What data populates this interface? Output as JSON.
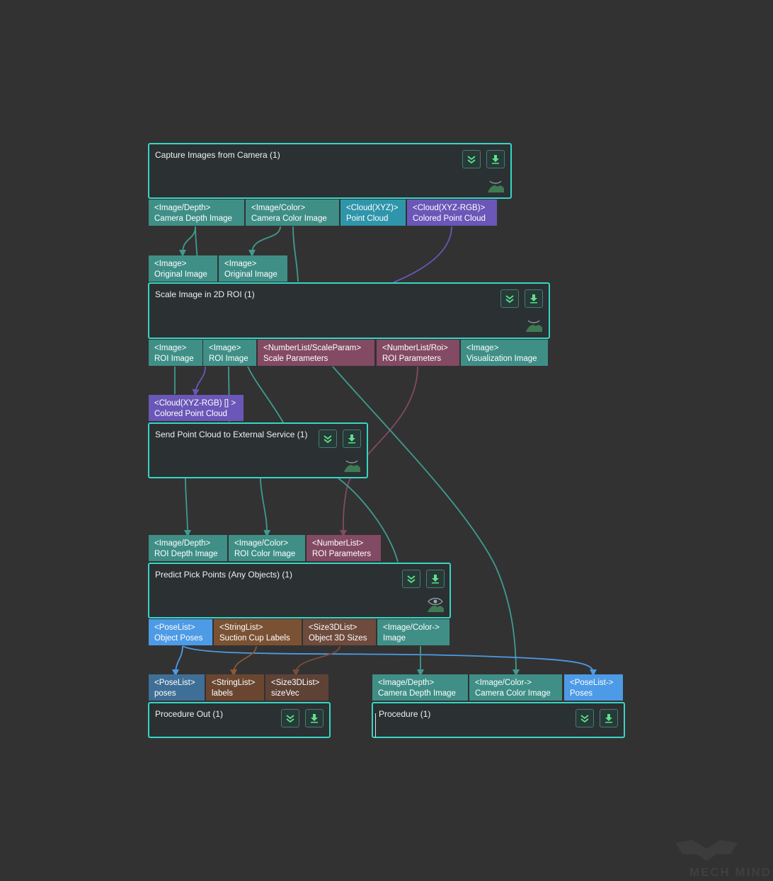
{
  "colors": {
    "background": "#323232",
    "node_border": "#35d6c4",
    "node_fill": "#2b3033",
    "image": "#3f8f87",
    "cloud_xyz": "#2f95aa",
    "cloud_rgb": "#6a57b8",
    "numberlist": "#834a63",
    "poselist": "#4d9be6",
    "poselist_dark": "#3f6f96",
    "stringlist": "#7a5233",
    "size3d": "#6e4b3c"
  },
  "nodes": {
    "capture": {
      "title": "Capture Images from Camera (1)",
      "outputs": [
        {
          "type": "<Image/Depth>",
          "name": "Camera Depth Image"
        },
        {
          "type": "<Image/Color>",
          "name": "Camera Color Image"
        },
        {
          "type": "<Cloud(XYZ)>",
          "name": "Point Cloud"
        },
        {
          "type": "<Cloud(XYZ-RGB)>",
          "name": "Colored Point Cloud"
        }
      ]
    },
    "scale": {
      "title": "Scale Image in 2D ROI (1)",
      "inputs": [
        {
          "type": "<Image>",
          "name": "Original Image"
        },
        {
          "type": "<Image>",
          "name": "Original Image"
        }
      ],
      "outputs": [
        {
          "type": "<Image>",
          "name": "ROI Image"
        },
        {
          "type": "<Image>",
          "name": "ROI Image"
        },
        {
          "type": "<NumberList/ScaleParam>",
          "name": "Scale Parameters"
        },
        {
          "type": "<NumberList/Roi>",
          "name": "ROI Parameters"
        },
        {
          "type": "<Image>",
          "name": "Visualization Image"
        }
      ]
    },
    "send": {
      "title": "Send Point Cloud to External Service (1)",
      "inputs": [
        {
          "type": "<Cloud(XYZ-RGB) [] >",
          "name": "Colored Point Cloud"
        }
      ]
    },
    "predict": {
      "title": "Predict Pick Points (Any Objects) (1)",
      "inputs": [
        {
          "type": "<Image/Depth>",
          "name": "ROI Depth Image"
        },
        {
          "type": "<Image/Color>",
          "name": "ROI Color Image"
        },
        {
          "type": "<NumberList>",
          "name": "ROI Parameters"
        }
      ],
      "outputs": [
        {
          "type": "<PoseList>",
          "name": "Object Poses"
        },
        {
          "type": "<StringList>",
          "name": "Suction Cup Labels"
        },
        {
          "type": "<Size3DList>",
          "name": "Object 3D Sizes"
        },
        {
          "type": "<Image/Color->",
          "name": "Image"
        }
      ]
    },
    "procedure_out": {
      "title": "Procedure Out (1)",
      "inputs": [
        {
          "type": "<PoseList>",
          "name": "poses"
        },
        {
          "type": "<StringList>",
          "name": "labels"
        },
        {
          "type": "<Size3DList>",
          "name": "sizeVec"
        }
      ]
    },
    "procedure": {
      "title": "Procedure (1)",
      "inputs": [
        {
          "type": "<Image/Depth>",
          "name": "Camera Depth Image"
        },
        {
          "type": "<Image/Color->",
          "name": "Camera Color Image"
        },
        {
          "type": "<PoseList->",
          "name": "Poses"
        }
      ]
    }
  },
  "watermark": {
    "text": "MECH MIND"
  }
}
